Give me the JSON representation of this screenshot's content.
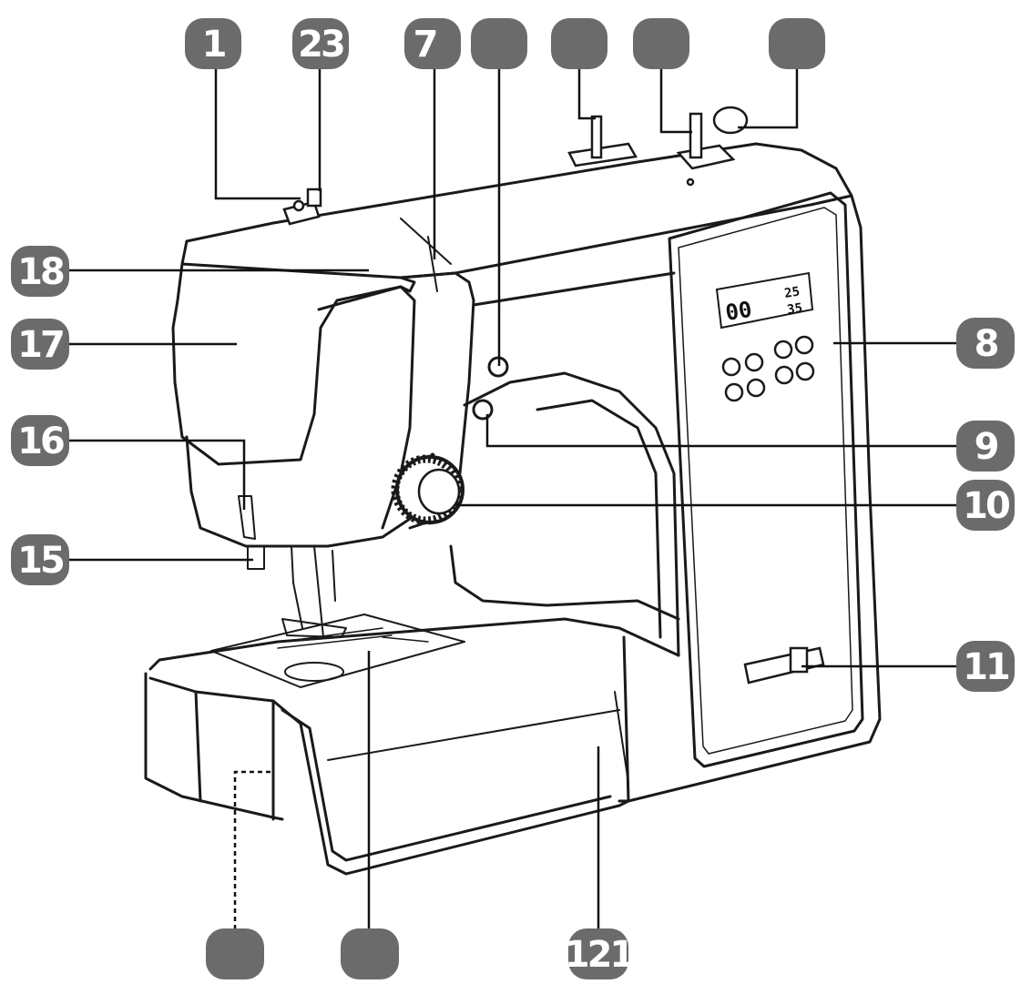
{
  "diagram": {
    "subject": "sewing-machine-front-view",
    "colors": {
      "callout_fill": "#6b6b6b",
      "callout_text": "#ffffff",
      "line": "#111111",
      "machine_outline": "#1a1a1a",
      "background": "#ffffff"
    },
    "callouts": {
      "c1": "1",
      "c23": "23",
      "c7": "7",
      "c_top4": "",
      "c_top5": "",
      "c_top6": "",
      "c_top7": "",
      "c18": "18",
      "c17": "17",
      "c16": "16",
      "c15": "15",
      "c8": "8",
      "c9": "9",
      "c10": "10",
      "c11": "11",
      "c_bottom1": "",
      "c_bottom2": "",
      "c121": "121"
    },
    "lcd": {
      "pattern_number": "00",
      "stitch_width": "25",
      "stitch_length": "35"
    }
  }
}
